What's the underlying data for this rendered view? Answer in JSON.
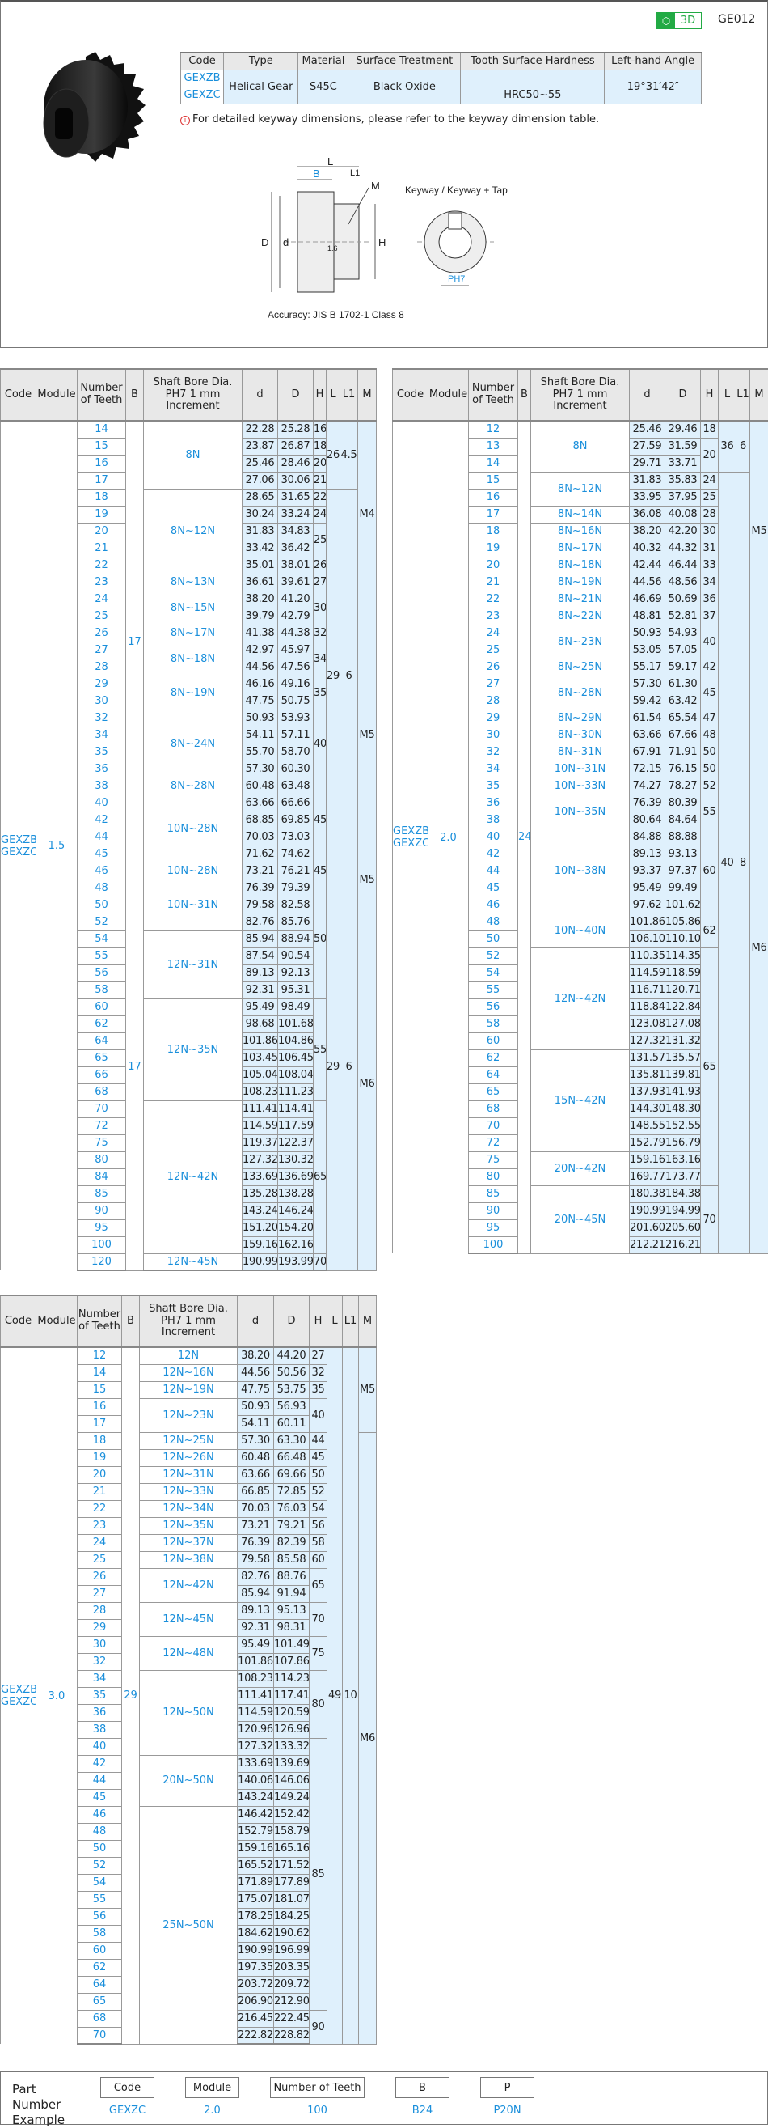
{
  "header": {
    "badge": "3D",
    "code": "GE012"
  },
  "spec": {
    "headers": [
      "Code",
      "Type",
      "Material",
      "Surface Treatment",
      "Tooth Surface Hardness",
      "Left-hand Angle"
    ],
    "codes": [
      "GEXZB",
      "GEXZC"
    ],
    "type": "Helical Gear",
    "material": "S45C",
    "treatment": "Black Oxide",
    "hardness": [
      "–",
      "HRC50~55"
    ],
    "angle": "19°31′42″"
  },
  "note": "For detailed keyway dimensions, please refer to the keyway dimension table.",
  "drawing": {
    "L": "L",
    "B": "B",
    "L1": "L1",
    "M": "M",
    "D": "D",
    "d": "d",
    "H": "H",
    "rough": "1.6",
    "keyway": "Keyway / Keyway + Tap",
    "P": "PH7",
    "accuracy": "Accuracy:  JIS B 1702-1 Class 8"
  },
  "columns": [
    "Code",
    "Module",
    "Number of Teeth",
    "B",
    "Shaft Bore Dia. PH7 1 mm Increment",
    "d",
    "D",
    "H",
    "L",
    "L1",
    "M"
  ],
  "tables": [
    {
      "codes": "GEXZB\nGEXZC",
      "module": "1.5",
      "rows": [
        [
          "14",
          "22.28",
          "25.28"
        ],
        [
          "15",
          "23.87",
          "26.87"
        ],
        [
          "16",
          "25.46",
          "28.46"
        ],
        [
          "17",
          "27.06",
          "30.06"
        ],
        [
          "18",
          "28.65",
          "31.65"
        ],
        [
          "19",
          "30.24",
          "33.24"
        ],
        [
          "20",
          "31.83",
          "34.83"
        ],
        [
          "21",
          "33.42",
          "36.42"
        ],
        [
          "22",
          "35.01",
          "38.01"
        ],
        [
          "23",
          "36.61",
          "39.61"
        ],
        [
          "24",
          "38.20",
          "41.20"
        ],
        [
          "25",
          "39.79",
          "42.79"
        ],
        [
          "26",
          "41.38",
          "44.38"
        ],
        [
          "27",
          "42.97",
          "45.97"
        ],
        [
          "28",
          "44.56",
          "47.56"
        ],
        [
          "29",
          "46.16",
          "49.16"
        ],
        [
          "30",
          "47.75",
          "50.75"
        ],
        [
          "32",
          "50.93",
          "53.93"
        ],
        [
          "34",
          "54.11",
          "57.11"
        ],
        [
          "35",
          "55.70",
          "58.70"
        ],
        [
          "36",
          "57.30",
          "60.30"
        ],
        [
          "38",
          "60.48",
          "63.48"
        ],
        [
          "40",
          "63.66",
          "66.66"
        ],
        [
          "42",
          "68.85",
          "69.85"
        ],
        [
          "44",
          "70.03",
          "73.03"
        ],
        [
          "45",
          "71.62",
          "74.62"
        ],
        [
          "46",
          "73.21",
          "76.21"
        ],
        [
          "48",
          "76.39",
          "79.39"
        ],
        [
          "50",
          "79.58",
          "82.58"
        ],
        [
          "52",
          "82.76",
          "85.76"
        ],
        [
          "54",
          "85.94",
          "88.94"
        ],
        [
          "55",
          "87.54",
          "90.54"
        ],
        [
          "56",
          "89.13",
          "92.13"
        ],
        [
          "58",
          "92.31",
          "95.31"
        ],
        [
          "60",
          "95.49",
          "98.49"
        ],
        [
          "62",
          "98.68",
          "101.68"
        ],
        [
          "64",
          "101.86",
          "104.86"
        ],
        [
          "65",
          "103.45",
          "106.45"
        ],
        [
          "66",
          "105.04",
          "108.04"
        ],
        [
          "68",
          "108.23",
          "111.23"
        ],
        [
          "70",
          "111.41",
          "114.41"
        ],
        [
          "72",
          "114.59",
          "117.59"
        ],
        [
          "75",
          "119.37",
          "122.37"
        ],
        [
          "80",
          "127.32",
          "130.32"
        ],
        [
          "84",
          "133.69",
          "136.69"
        ],
        [
          "85",
          "135.28",
          "138.28"
        ],
        [
          "90",
          "143.24",
          "146.24"
        ],
        [
          "95",
          "151.20",
          "154.20"
        ],
        [
          "100",
          "159.16",
          "162.16"
        ],
        [
          "120",
          "190.99",
          "193.99"
        ]
      ],
      "B": [
        [
          "17",
          26
        ],
        [
          "17",
          24
        ]
      ],
      "bore": [
        [
          "8N",
          4
        ],
        [
          "8N~12N",
          5
        ],
        [
          "8N~13N",
          1
        ],
        [
          "8N~15N",
          2
        ],
        [
          "8N~17N",
          1
        ],
        [
          "8N~18N",
          2
        ],
        [
          "8N~19N",
          2
        ],
        [
          "8N~24N",
          4
        ],
        [
          "8N~28N",
          1
        ],
        [
          "10N~28N",
          4
        ],
        [
          "10N~28N",
          1
        ],
        [
          "10N~31N",
          3
        ],
        [
          "12N~31N",
          4
        ],
        [
          "12N~35N",
          6
        ],
        [
          "12N~42N",
          9
        ],
        [
          "12N~45N",
          1
        ]
      ],
      "H": [
        [
          "16",
          1
        ],
        [
          "18",
          1
        ],
        [
          "20",
          1
        ],
        [
          "21",
          1
        ],
        [
          "22",
          1
        ],
        [
          "24",
          1
        ],
        [
          "25",
          2
        ],
        [
          "26",
          1
        ],
        [
          "27",
          1
        ],
        [
          "30",
          2
        ],
        [
          "32",
          1
        ],
        [
          "34",
          2
        ],
        [
          "35",
          2
        ],
        [
          "40",
          4
        ],
        [
          "45",
          5
        ],
        [
          "45",
          1
        ],
        [
          "50",
          7
        ],
        [
          "55",
          6
        ],
        [
          "65",
          9
        ],
        [
          "70",
          1
        ]
      ],
      "L": [
        [
          "26",
          4
        ],
        [
          "29",
          22
        ],
        [
          "29",
          24
        ]
      ],
      "L1": [
        [
          "4.5",
          4
        ],
        [
          "6",
          22
        ],
        [
          "6",
          24
        ]
      ],
      "M": [
        [
          "M4",
          11
        ],
        [
          "M5",
          15
        ],
        [
          "M5",
          2
        ],
        [
          "M6",
          22
        ]
      ]
    },
    {
      "codes": "GEXZB\nGEXZC",
      "module": "2.0",
      "rows": [
        [
          "12",
          "25.46",
          "29.46"
        ],
        [
          "13",
          "27.59",
          "31.59"
        ],
        [
          "14",
          "29.71",
          "33.71"
        ],
        [
          "15",
          "31.83",
          "35.83"
        ],
        [
          "16",
          "33.95",
          "37.95"
        ],
        [
          "17",
          "36.08",
          "40.08"
        ],
        [
          "18",
          "38.20",
          "42.20"
        ],
        [
          "19",
          "40.32",
          "44.32"
        ],
        [
          "20",
          "42.44",
          "46.44"
        ],
        [
          "21",
          "44.56",
          "48.56"
        ],
        [
          "22",
          "46.69",
          "50.69"
        ],
        [
          "23",
          "48.81",
          "52.81"
        ],
        [
          "24",
          "50.93",
          "54.93"
        ],
        [
          "25",
          "53.05",
          "57.05"
        ],
        [
          "26",
          "55.17",
          "59.17"
        ],
        [
          "27",
          "57.30",
          "61.30"
        ],
        [
          "28",
          "59.42",
          "63.42"
        ],
        [
          "29",
          "61.54",
          "65.54"
        ],
        [
          "30",
          "63.66",
          "67.66"
        ],
        [
          "32",
          "67.91",
          "71.91"
        ],
        [
          "34",
          "72.15",
          "76.15"
        ],
        [
          "35",
          "74.27",
          "78.27"
        ],
        [
          "36",
          "76.39",
          "80.39"
        ],
        [
          "38",
          "80.64",
          "84.64"
        ],
        [
          "40",
          "84.88",
          "88.88"
        ],
        [
          "42",
          "89.13",
          "93.13"
        ],
        [
          "44",
          "93.37",
          "97.37"
        ],
        [
          "45",
          "95.49",
          "99.49"
        ],
        [
          "46",
          "97.62",
          "101.62"
        ],
        [
          "48",
          "101.86",
          "105.86"
        ],
        [
          "50",
          "106.10",
          "110.10"
        ],
        [
          "52",
          "110.35",
          "114.35"
        ],
        [
          "54",
          "114.59",
          "118.59"
        ],
        [
          "55",
          "116.71",
          "120.71"
        ],
        [
          "56",
          "118.84",
          "122.84"
        ],
        [
          "58",
          "123.08",
          "127.08"
        ],
        [
          "60",
          "127.32",
          "131.32"
        ],
        [
          "62",
          "131.57",
          "135.57"
        ],
        [
          "64",
          "135.81",
          "139.81"
        ],
        [
          "65",
          "137.93",
          "141.93"
        ],
        [
          "68",
          "144.30",
          "148.30"
        ],
        [
          "70",
          "148.55",
          "152.55"
        ],
        [
          "72",
          "152.79",
          "156.79"
        ],
        [
          "75",
          "159.16",
          "163.16"
        ],
        [
          "80",
          "169.77",
          "173.77"
        ],
        [
          "85",
          "180.38",
          "184.38"
        ],
        [
          "90",
          "190.99",
          "194.99"
        ],
        [
          "95",
          "201.60",
          "205.60"
        ],
        [
          "100",
          "212.21",
          "216.21"
        ]
      ],
      "B": [
        [
          "24",
          49
        ]
      ],
      "bore": [
        [
          "8N",
          3
        ],
        [
          "8N~12N",
          2
        ],
        [
          "8N~14N",
          1
        ],
        [
          "8N~16N",
          1
        ],
        [
          "8N~17N",
          1
        ],
        [
          "8N~18N",
          1
        ],
        [
          "8N~19N",
          1
        ],
        [
          "8N~21N",
          1
        ],
        [
          "8N~22N",
          1
        ],
        [
          "8N~23N",
          2
        ],
        [
          "8N~25N",
          1
        ],
        [
          "8N~28N",
          2
        ],
        [
          "8N~29N",
          1
        ],
        [
          "8N~30N",
          1
        ],
        [
          "8N~31N",
          1
        ],
        [
          "10N~31N",
          1
        ],
        [
          "10N~33N",
          1
        ],
        [
          "10N~35N",
          2
        ],
        [
          "10N~38N",
          5
        ],
        [
          "10N~40N",
          2
        ],
        [
          "12N~42N",
          6
        ],
        [
          "15N~42N",
          6
        ],
        [
          "20N~42N",
          2
        ],
        [
          "20N~45N",
          4
        ]
      ],
      "H": [
        [
          "18",
          1
        ],
        [
          "20",
          2
        ],
        [
          "24",
          1
        ],
        [
          "25",
          1
        ],
        [
          "28",
          1
        ],
        [
          "30",
          1
        ],
        [
          "31",
          1
        ],
        [
          "33",
          1
        ],
        [
          "34",
          1
        ],
        [
          "36",
          1
        ],
        [
          "37",
          1
        ],
        [
          "40",
          2
        ],
        [
          "42",
          1
        ],
        [
          "45",
          2
        ],
        [
          "47",
          1
        ],
        [
          "48",
          1
        ],
        [
          "50",
          1
        ],
        [
          "50",
          1
        ],
        [
          "52",
          1
        ],
        [
          "55",
          2
        ],
        [
          "60",
          5
        ],
        [
          "62",
          2
        ],
        [
          "65",
          14
        ],
        [
          "70",
          4
        ]
      ],
      "L": [
        [
          "36",
          3
        ],
        [
          "40",
          46
        ]
      ],
      "L1": [
        [
          "6",
          3
        ],
        [
          "8",
          46
        ]
      ],
      "M": [
        [
          "M5",
          13
        ],
        [
          "M6",
          36
        ]
      ]
    },
    {
      "codes": "GEXZB\nGEXZC",
      "module": "3.0",
      "rows": [
        [
          "12",
          "38.20",
          "44.20"
        ],
        [
          "14",
          "44.56",
          "50.56"
        ],
        [
          "15",
          "47.75",
          "53.75"
        ],
        [
          "16",
          "50.93",
          "56.93"
        ],
        [
          "17",
          "54.11",
          "60.11"
        ],
        [
          "18",
          "57.30",
          "63.30"
        ],
        [
          "19",
          "60.48",
          "66.48"
        ],
        [
          "20",
          "63.66",
          "69.66"
        ],
        [
          "21",
          "66.85",
          "72.85"
        ],
        [
          "22",
          "70.03",
          "76.03"
        ],
        [
          "23",
          "73.21",
          "79.21"
        ],
        [
          "24",
          "76.39",
          "82.39"
        ],
        [
          "25",
          "79.58",
          "85.58"
        ],
        [
          "26",
          "82.76",
          "88.76"
        ],
        [
          "27",
          "85.94",
          "91.94"
        ],
        [
          "28",
          "89.13",
          "95.13"
        ],
        [
          "29",
          "92.31",
          "98.31"
        ],
        [
          "30",
          "95.49",
          "101.49"
        ],
        [
          "32",
          "101.86",
          "107.86"
        ],
        [
          "34",
          "108.23",
          "114.23"
        ],
        [
          "35",
          "111.41",
          "117.41"
        ],
        [
          "36",
          "114.59",
          "120.59"
        ],
        [
          "38",
          "120.96",
          "126.96"
        ],
        [
          "40",
          "127.32",
          "133.32"
        ],
        [
          "42",
          "133.69",
          "139.69"
        ],
        [
          "44",
          "140.06",
          "146.06"
        ],
        [
          "45",
          "143.24",
          "149.24"
        ],
        [
          "46",
          "146.42",
          "152.42"
        ],
        [
          "48",
          "152.79",
          "158.79"
        ],
        [
          "50",
          "159.16",
          "165.16"
        ],
        [
          "52",
          "165.52",
          "171.52"
        ],
        [
          "54",
          "171.89",
          "177.89"
        ],
        [
          "55",
          "175.07",
          "181.07"
        ],
        [
          "56",
          "178.25",
          "184.25"
        ],
        [
          "58",
          "184.62",
          "190.62"
        ],
        [
          "60",
          "190.99",
          "196.99"
        ],
        [
          "62",
          "197.35",
          "203.35"
        ],
        [
          "64",
          "203.72",
          "209.72"
        ],
        [
          "65",
          "206.90",
          "212.90"
        ],
        [
          "68",
          "216.45",
          "222.45"
        ],
        [
          "70",
          "222.82",
          "228.82"
        ]
      ],
      "B": [
        [
          "29",
          41
        ]
      ],
      "bore": [
        [
          "12N",
          1
        ],
        [
          "12N~16N",
          1
        ],
        [
          "12N~19N",
          1
        ],
        [
          "12N~23N",
          2
        ],
        [
          "12N~25N",
          1
        ],
        [
          "12N~26N",
          1
        ],
        [
          "12N~31N",
          1
        ],
        [
          "12N~33N",
          1
        ],
        [
          "12N~34N",
          1
        ],
        [
          "12N~35N",
          1
        ],
        [
          "12N~37N",
          1
        ],
        [
          "12N~38N",
          1
        ],
        [
          "12N~42N",
          2
        ],
        [
          "12N~45N",
          2
        ],
        [
          "12N~48N",
          2
        ],
        [
          "12N~50N",
          5
        ],
        [
          "20N~50N",
          3
        ],
        [
          "25N~50N",
          14
        ]
      ],
      "H": [
        [
          "27",
          1
        ],
        [
          "32",
          1
        ],
        [
          "35",
          1
        ],
        [
          "40",
          2
        ],
        [
          "44",
          1
        ],
        [
          "45",
          1
        ],
        [
          "50",
          1
        ],
        [
          "52",
          1
        ],
        [
          "54",
          1
        ],
        [
          "56",
          1
        ],
        [
          "58",
          1
        ],
        [
          "60",
          1
        ],
        [
          "65",
          2
        ],
        [
          "70",
          2
        ],
        [
          "75",
          2
        ],
        [
          "80",
          4
        ],
        [
          "85",
          16
        ],
        [
          "90",
          2
        ]
      ],
      "L": [
        [
          "49",
          41
        ]
      ],
      "L1": [
        [
          "10",
          41
        ]
      ],
      "M": [
        [
          "M5",
          5
        ],
        [
          "M6",
          36
        ]
      ]
    }
  ],
  "part_number": {
    "label": "Part Number Example",
    "fields": [
      "Code",
      "Module",
      "Number of  Teeth",
      "B",
      "P"
    ],
    "values": [
      "GEXZC",
      "2.0",
      "100",
      "B24",
      "P20N"
    ]
  }
}
